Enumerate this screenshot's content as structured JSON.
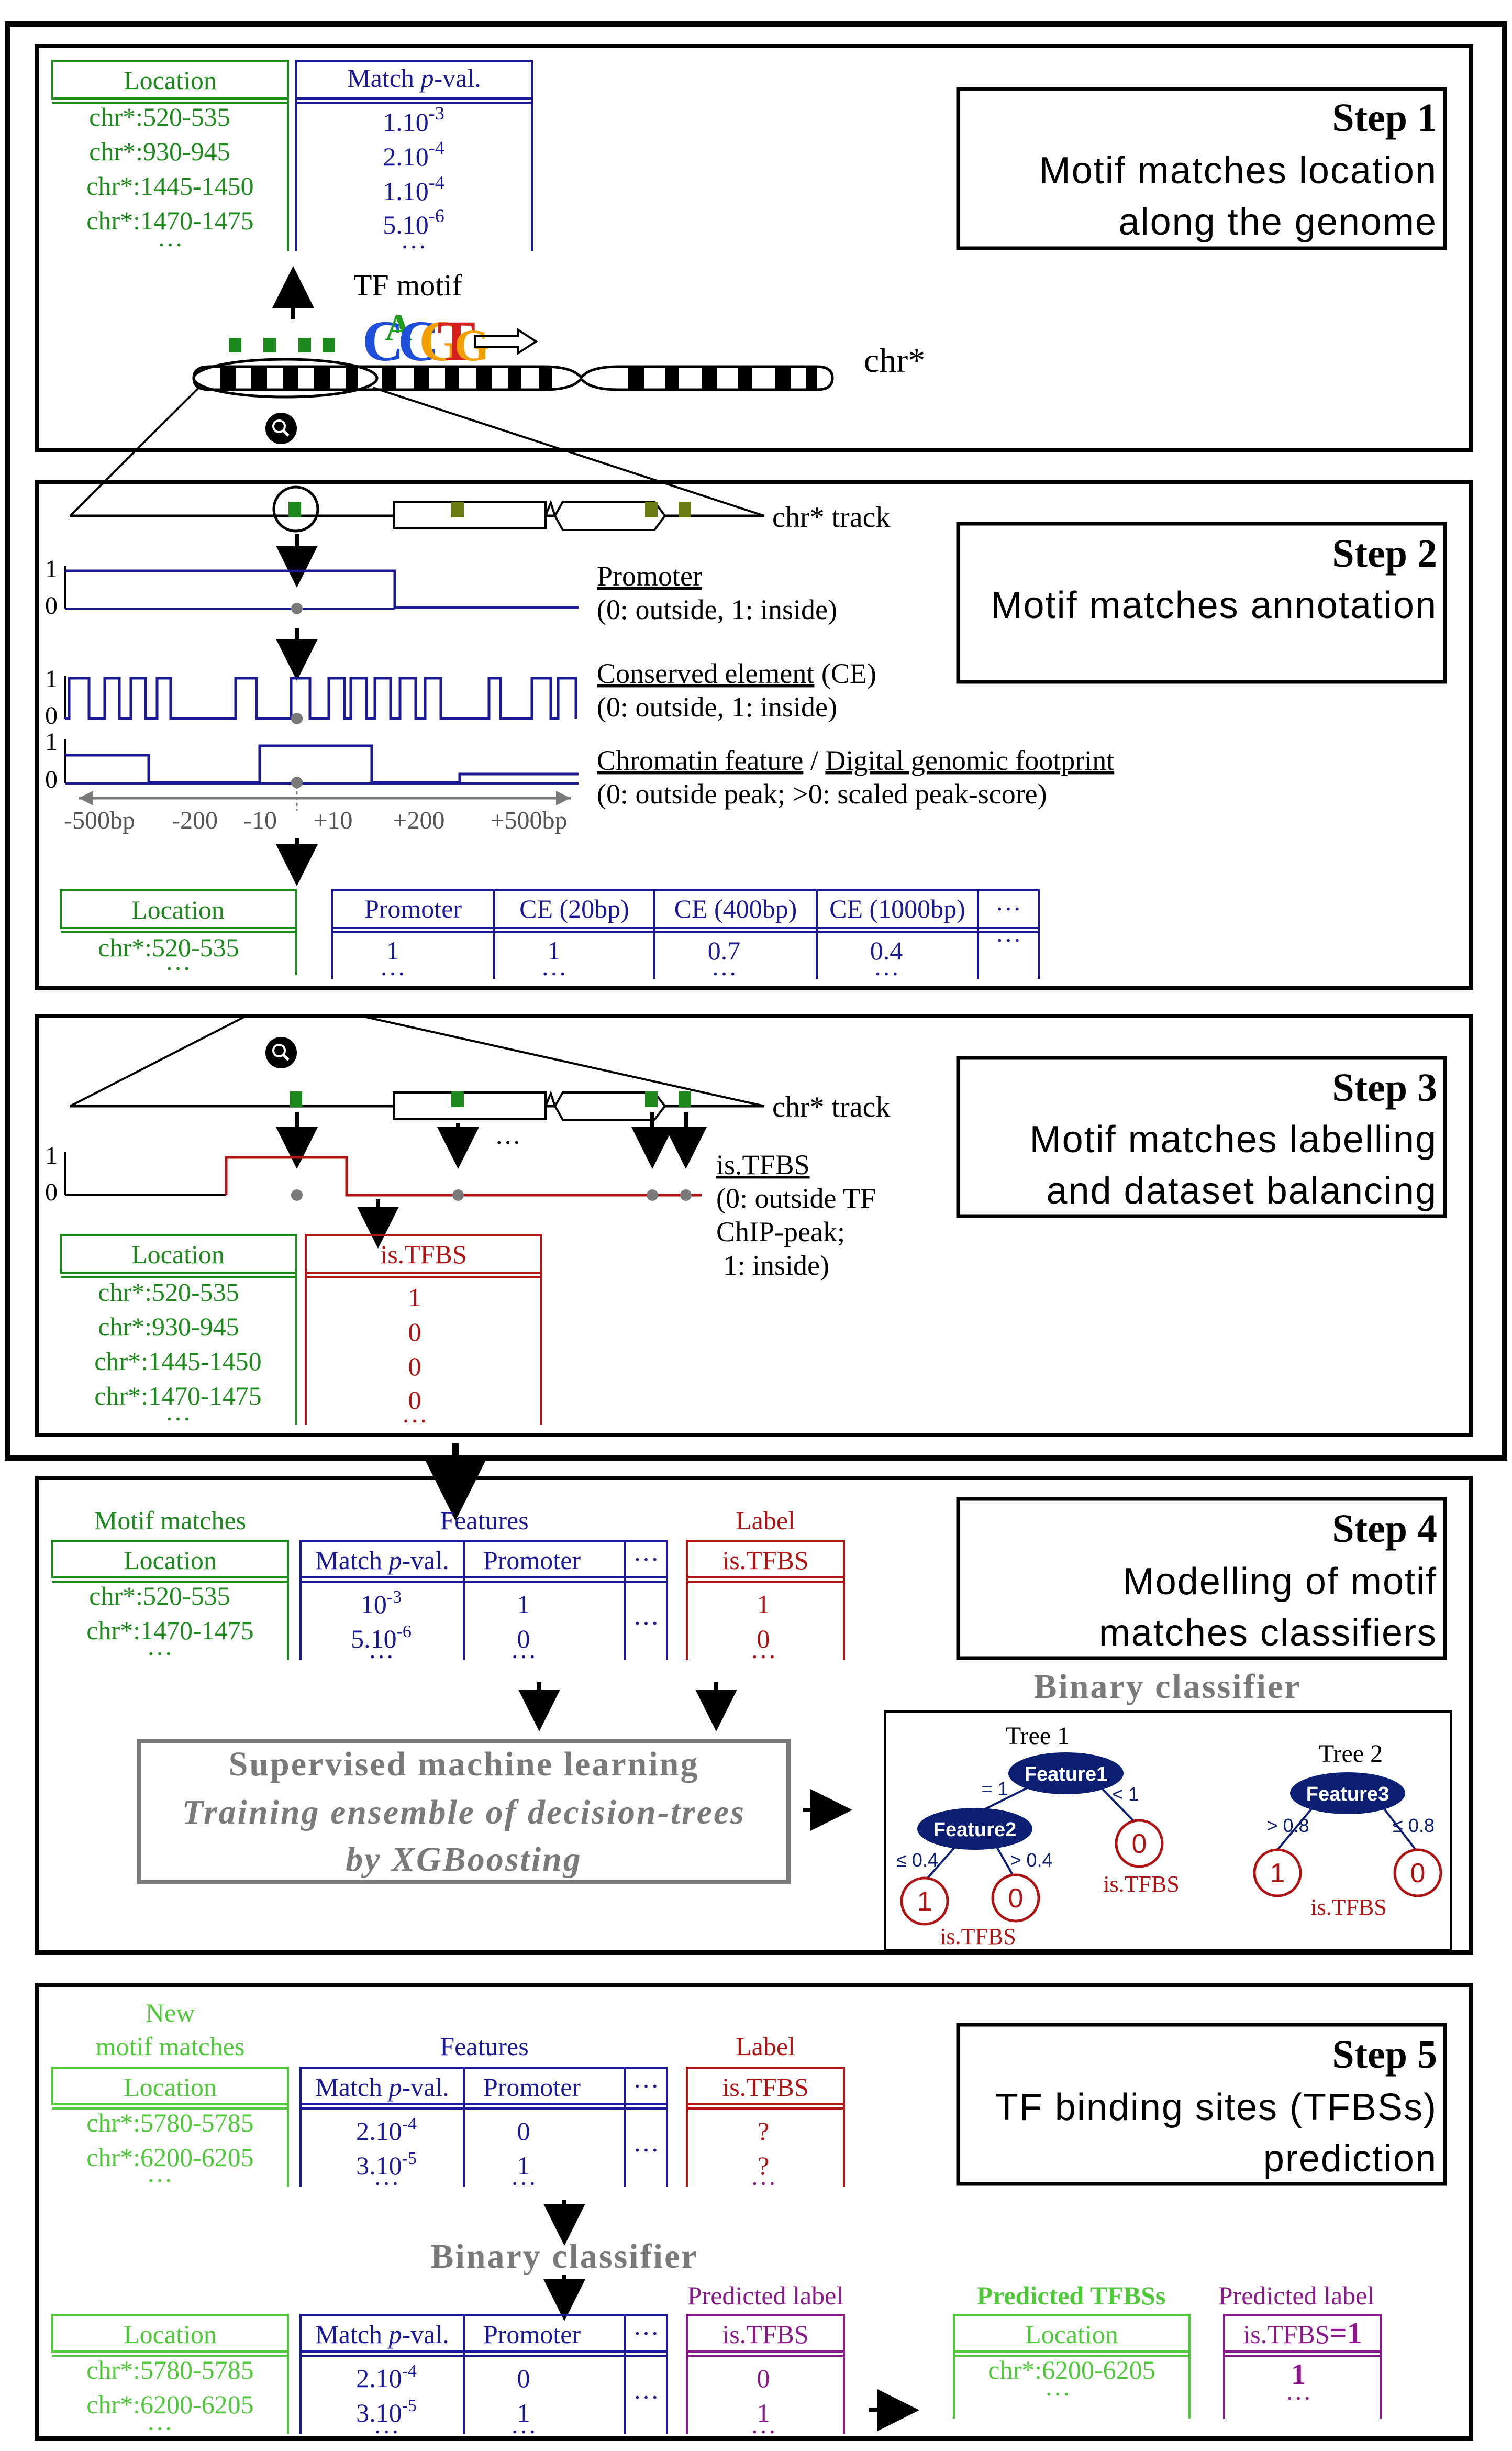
{
  "colors": {
    "green": "#1e8a1e",
    "light_green": "#4fc83a",
    "blue": "#1a1a96",
    "red": "#b01515",
    "purple": "#8a1a8a",
    "dark_green": "#6b7d12",
    "gray": "#7a7a7a",
    "navy": "#0d1f72"
  },
  "step1": {
    "title": "Step 1",
    "desc_line1": "Motif matches location",
    "desc_line2": "along the genome",
    "col_location": "Location",
    "col_pval_prefix": "Match ",
    "col_pval_italic": "p",
    "col_pval_suffix": "-val.",
    "rows": [
      {
        "location": "chr*:520-535",
        "pbase": "1.10",
        "pexp": "-3"
      },
      {
        "location": "chr*:930-945",
        "pbase": "2.10",
        "pexp": "-4"
      },
      {
        "location": "chr*:1445-1450",
        "pbase": "1.10",
        "pexp": "-4"
      },
      {
        "location": "chr*:1470-1475",
        "pbase": "5.10",
        "pexp": "-6"
      }
    ],
    "ellipsis": "…",
    "tf_motif_label": "TF motif",
    "motif_letters": [
      "C",
      "A",
      "C",
      "G",
      "T",
      "G"
    ],
    "chr_label": "chr*"
  },
  "step2": {
    "title": "Step 2",
    "desc_line1": "Motif matches annotation",
    "track_label": "chr* track",
    "promoter_title": "Promoter",
    "promoter_desc": "(0: outside, 1: inside)",
    "ce_title": "Conserved element",
    "ce_suffix": " (CE)",
    "ce_desc": "(0: outside, 1: inside)",
    "chrom_title": "Chromatin feature",
    "chrom_sep": " / ",
    "footprint_title": "Digital genomic footprint",
    "chrom_desc": "(0: outside peak; >0: scaled peak-score)",
    "axis_one": "1",
    "axis_zero": "0",
    "ticks": [
      "-500bp",
      "-200",
      "-10",
      "+10",
      "+200",
      "+500bp"
    ],
    "col_location": "Location",
    "row_location": "chr*:520-535",
    "feature_columns": [
      "Promoter",
      "CE (20bp)",
      "CE (400bp)",
      "CE (1000bp)"
    ],
    "feature_values": [
      "1",
      "1",
      "0.7",
      "0.4"
    ],
    "ellipsis": "…"
  },
  "step3": {
    "title": "Step 3",
    "desc_line1": "Motif matches labelling",
    "desc_line2": "and dataset balancing",
    "track_label": "chr* track",
    "istfbs_title": "is.TFBS",
    "istfbs_desc1": "(0: outside TF",
    "istfbs_desc2": "ChIP-peak;",
    "istfbs_desc3": " 1: inside)",
    "axis_one": "1",
    "axis_zero": "0",
    "col_location": "Location",
    "col_label": "is.TFBS",
    "rows": [
      {
        "location": "chr*:520-535",
        "label": "1"
      },
      {
        "location": "chr*:930-945",
        "label": "0"
      },
      {
        "location": "chr*:1445-1450",
        "label": "0"
      },
      {
        "location": "chr*:1470-1475",
        "label": "0"
      }
    ],
    "ellipsis": "…"
  },
  "step4": {
    "title": "Step 4",
    "desc_line1": "Modelling of motif",
    "desc_line2": "matches classifiers",
    "group_motif": "Motif matches",
    "group_features": "Features",
    "group_label": "Label",
    "col_location": "Location",
    "col_pval_prefix": "Match ",
    "col_pval_italic": "p",
    "col_pval_suffix": "-val.",
    "col_promoter": "Promoter",
    "col_label": "is.TFBS",
    "rows": [
      {
        "location": "chr*:520-535",
        "pbase": "10",
        "pexp": "-3",
        "promoter": "1",
        "label": "1"
      },
      {
        "location": "chr*:1470-1475",
        "pbase": "5.10",
        "pexp": "-6",
        "promoter": "0",
        "label": "0"
      }
    ],
    "ellipsis": "…",
    "sml_line1": "Supervised machine learning",
    "sml_line2": "Training ensemble of decision-trees",
    "sml_line3": "by XGBoosting",
    "binary_classifier": "Binary classifier",
    "tree1": {
      "title": "Tree 1",
      "root": "Feature1",
      "child": "Feature2",
      "edge_left": "= 1",
      "edge_right": "< 1",
      "edge_ll": "≤ 0.4",
      "edge_lr": "> 0.4",
      "leaf_right": "0",
      "leaf_ll": "1",
      "leaf_lr": "0",
      "leaf_label": "is.TFBS"
    },
    "tree2": {
      "title": "Tree 2",
      "root": "Feature3",
      "edge_left": "> 0.8",
      "edge_right": "≤ 0.8",
      "leaf_left": "1",
      "leaf_right": "0",
      "leaf_label": "is.TFBS"
    }
  },
  "step5": {
    "title": "Step 5",
    "desc_line1": "TF binding sites (TFBSs)",
    "desc_line2": "prediction",
    "group_new1": "New",
    "group_new2": "motif matches",
    "group_features": "Features",
    "group_label": "Label",
    "col_location": "Location",
    "col_pval_prefix": "Match ",
    "col_pval_italic": "p",
    "col_pval_suffix": "-val.",
    "col_promoter": "Promoter",
    "col_label": "is.TFBS",
    "rows": [
      {
        "location": "chr*:5780-5785",
        "pbase": "2.10",
        "pexp": "-4",
        "promoter": "0",
        "label": "?"
      },
      {
        "location": "chr*:6200-6205",
        "pbase": "3.10",
        "pexp": "-5",
        "promoter": "1",
        "label": "?"
      }
    ],
    "binary_classifier": "Binary classifier",
    "predicted_label_group": "Predicted label",
    "pred_rows": [
      {
        "location": "chr*:5780-5785",
        "pbase": "2.10",
        "pexp": "-4",
        "promoter": "0",
        "label": "0"
      },
      {
        "location": "chr*:6200-6205",
        "pbase": "3.10",
        "pexp": "-5",
        "promoter": "1",
        "label": "1"
      }
    ],
    "predicted_tfbss": "Predicted TFBSs",
    "final_location": "chr*:6200-6205",
    "final_label_col_prefix": "is.TFBS",
    "final_label_col_suffix": "=1",
    "final_label_value": "1",
    "ellipsis": "…"
  }
}
